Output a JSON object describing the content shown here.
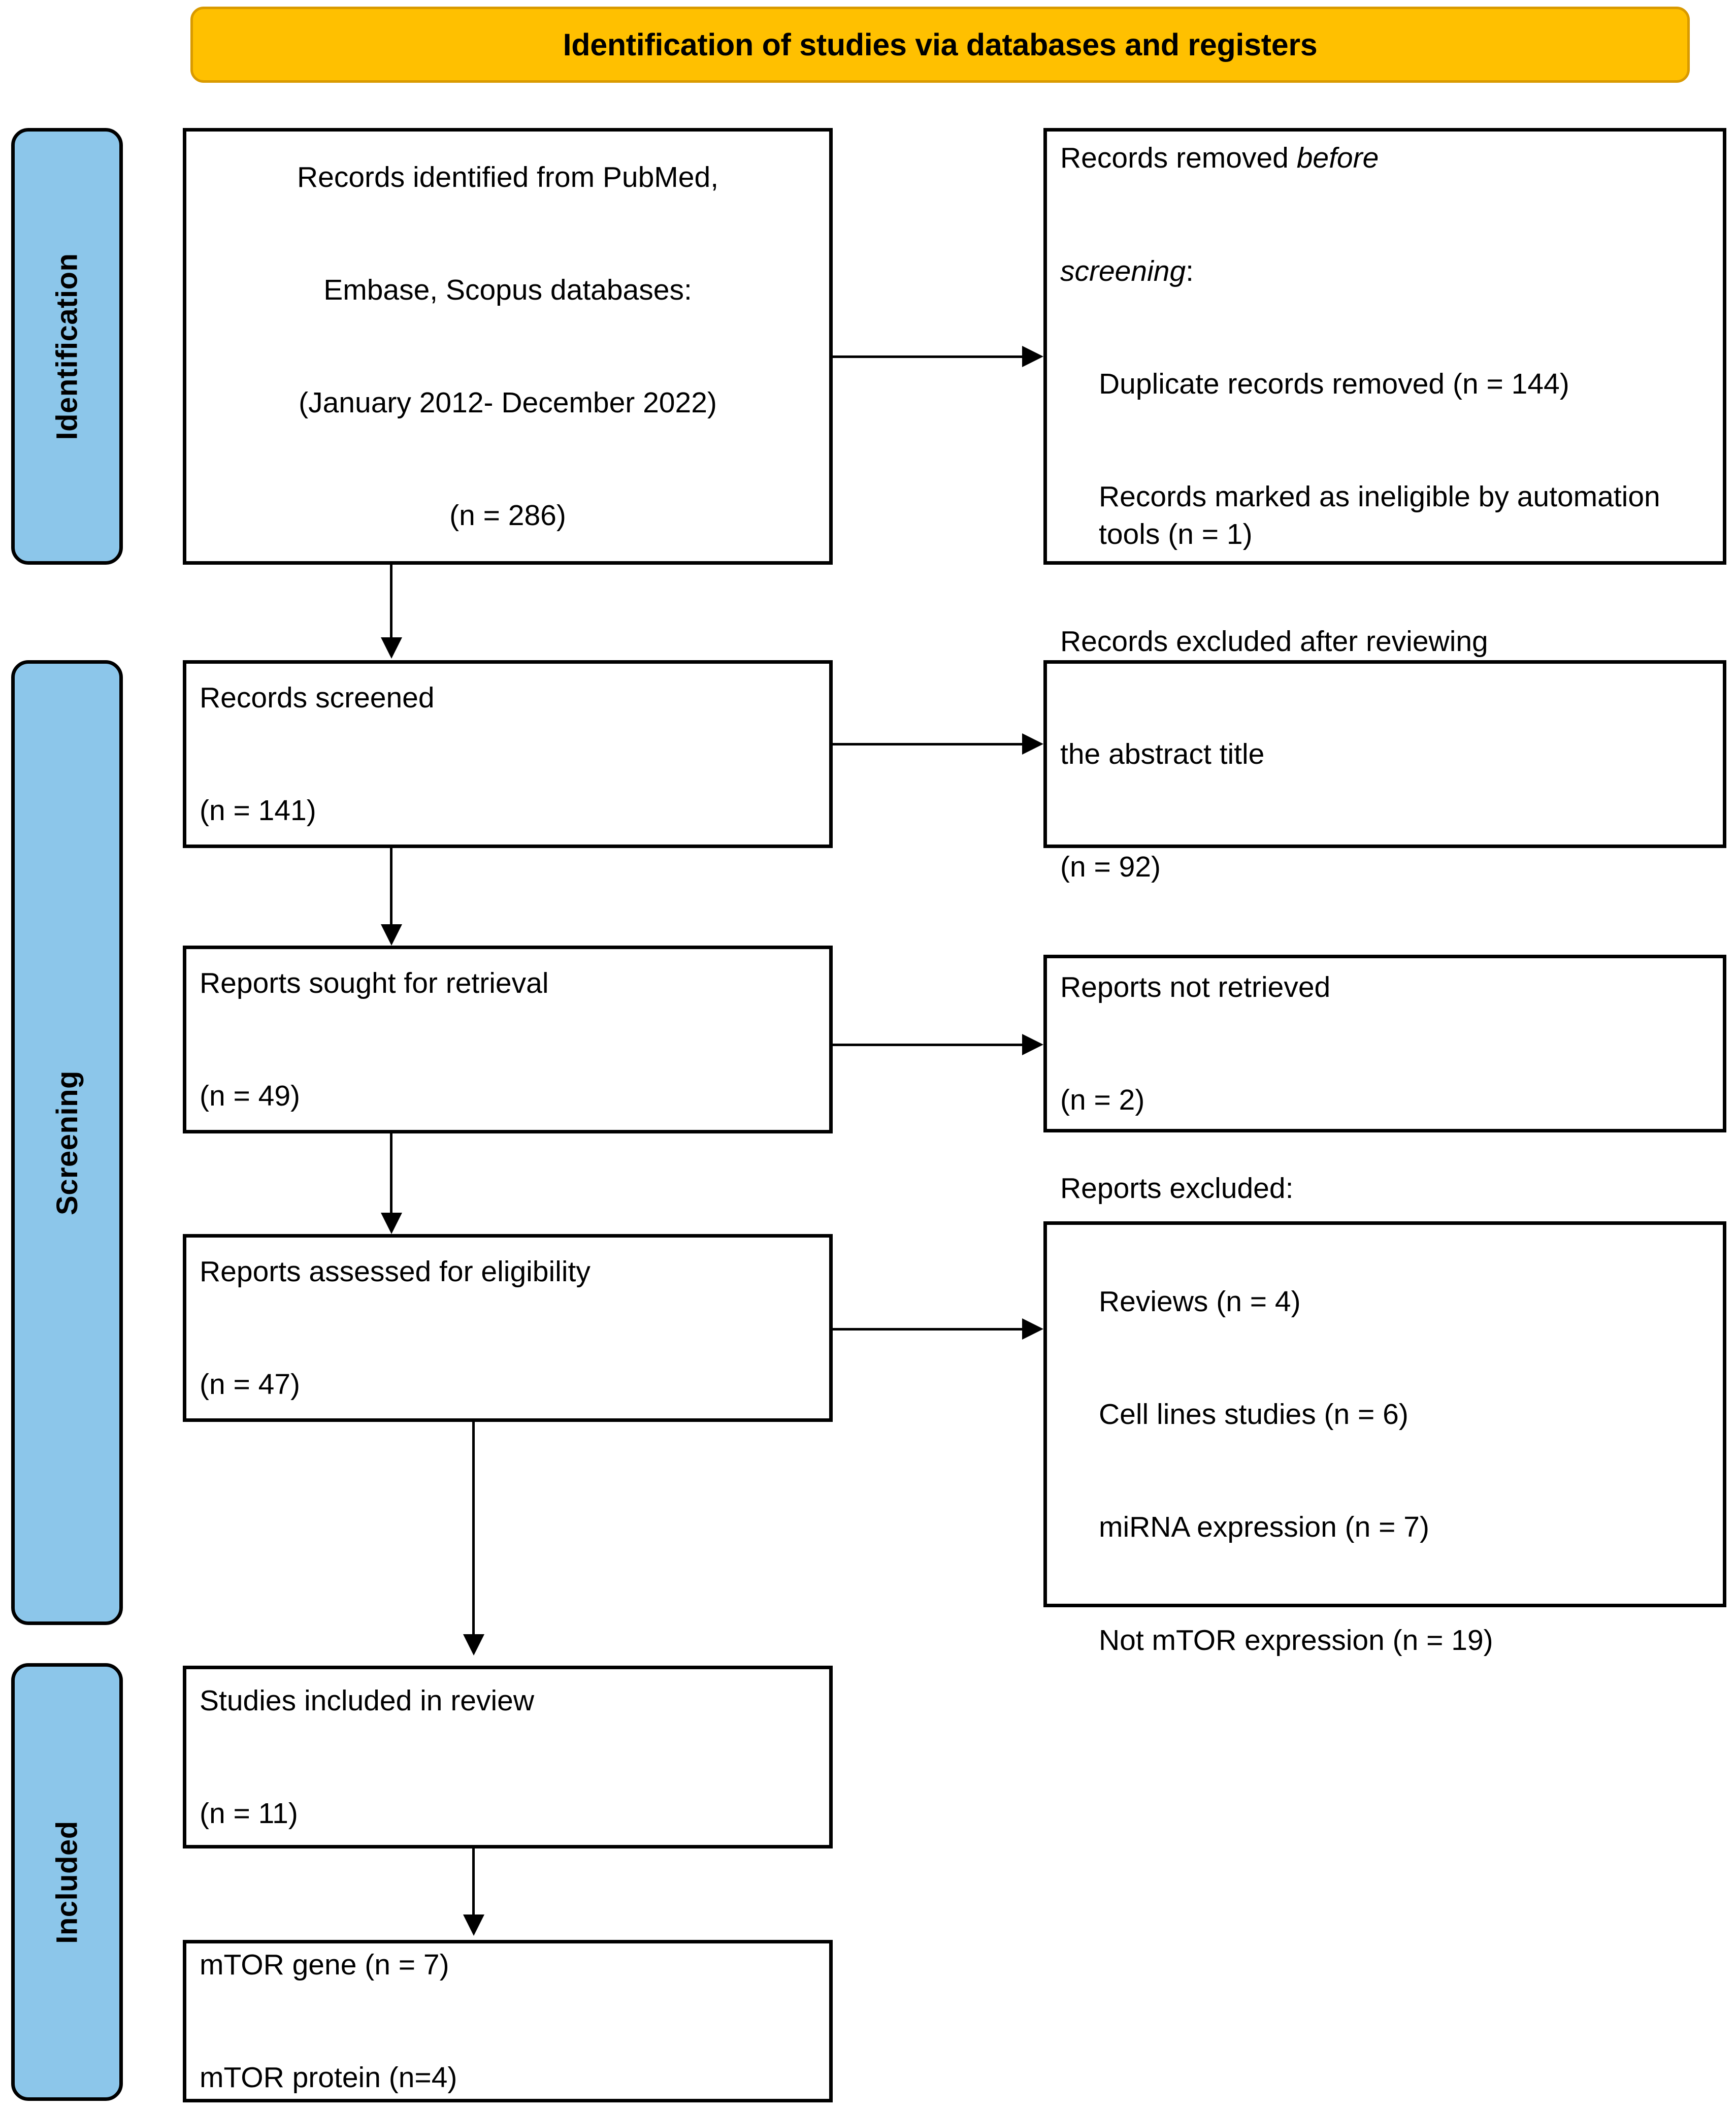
{
  "banner": {
    "title": "Identification of studies via databases and registers",
    "fill_color": "#FFC000",
    "border_color": "#D99A00"
  },
  "stages": [
    {
      "id": "identification",
      "label": "Identification",
      "fill_color": "#8CC6EA"
    },
    {
      "id": "screening",
      "label": "Screening",
      "fill_color": "#8CC6EA"
    },
    {
      "id": "included",
      "label": "Included",
      "fill_color": "#8CC6EA"
    }
  ],
  "boxes": {
    "records_identified": {
      "line1": "Records identified from PubMed,",
      "line2": "Embase, Scopus databases:",
      "line3": "(January 2012- December 2022)",
      "line4": "(n = 286)"
    },
    "records_removed": {
      "line1_pre": "Records removed ",
      "line1_italic": "before",
      "line2_italic": "screening",
      "line2_post": ":",
      "sub1": "Duplicate records removed (n = 144)",
      "sub2": "Records marked as ineligible by automation tools (n = 1)"
    },
    "records_screened": {
      "line1": "Records screened",
      "line2": "(n = 141)"
    },
    "records_excluded": {
      "line1": "Records excluded after reviewing",
      "line2": "the abstract title",
      "line3": "(n = 92)"
    },
    "reports_sought": {
      "line1": "Reports sought for retrieval",
      "line2": "(n = 49)"
    },
    "reports_not_retrieved": {
      "line1": "Reports not retrieved",
      "line2": "(n = 2)"
    },
    "reports_assessed": {
      "line1": "Reports assessed for eligibility",
      "line2": "(n = 47)"
    },
    "reports_excluded": {
      "heading": "Reports excluded:",
      "sub1": "Reviews (n = 4)",
      "sub2": "Cell lines studies (n = 6)",
      "sub3": "miRNA expression (n = 7)",
      "sub4": "Not mTOR expression (n = 19)"
    },
    "studies_included": {
      "line1": "Studies included in review",
      "line2": "(n = 11)"
    },
    "mtor_outputs": {
      "line1": "mTOR gene (n = 7)",
      "line2": "mTOR protein (n=4)"
    }
  },
  "chart_data": {
    "type": "flowchart",
    "title": "Identification of studies via databases and registers",
    "nodes": [
      {
        "id": "records_identified",
        "stage": "Identification",
        "column": "left",
        "label": "Records identified from PubMed, Embase, Scopus databases: (January 2012- December 2022)",
        "n": 286
      },
      {
        "id": "records_removed",
        "stage": "Identification",
        "column": "right",
        "label": "Records removed before screening",
        "items": [
          {
            "label": "Duplicate records removed",
            "n": 144
          },
          {
            "label": "Records marked as ineligible by automation tools",
            "n": 1
          }
        ]
      },
      {
        "id": "records_screened",
        "stage": "Screening",
        "column": "left",
        "label": "Records screened",
        "n": 141
      },
      {
        "id": "records_excluded",
        "stage": "Screening",
        "column": "right",
        "label": "Records excluded after reviewing the abstract title",
        "n": 92
      },
      {
        "id": "reports_sought",
        "stage": "Screening",
        "column": "left",
        "label": "Reports sought for retrieval",
        "n": 49
      },
      {
        "id": "reports_not_retrieved",
        "stage": "Screening",
        "column": "right",
        "label": "Reports not retrieved",
        "n": 2
      },
      {
        "id": "reports_assessed",
        "stage": "Screening",
        "column": "left",
        "label": "Reports assessed for eligibility",
        "n": 47
      },
      {
        "id": "reports_excluded",
        "stage": "Screening",
        "column": "right",
        "label": "Reports excluded",
        "items": [
          {
            "label": "Reviews",
            "n": 4
          },
          {
            "label": "Cell lines studies",
            "n": 6
          },
          {
            "label": "miRNA expression",
            "n": 7
          },
          {
            "label": "Not mTOR expression",
            "n": 19
          }
        ]
      },
      {
        "id": "studies_included",
        "stage": "Included",
        "column": "left",
        "label": "Studies included in review",
        "n": 11
      },
      {
        "id": "mtor_outputs",
        "stage": "Included",
        "column": "left",
        "label": "mTOR gene / mTOR protein",
        "items": [
          {
            "label": "mTOR gene",
            "n": 7
          },
          {
            "label": "mTOR protein",
            "n": 4
          }
        ]
      }
    ],
    "edges": [
      {
        "from": "records_identified",
        "to": "records_removed",
        "direction": "right"
      },
      {
        "from": "records_identified",
        "to": "records_screened",
        "direction": "down"
      },
      {
        "from": "records_screened",
        "to": "records_excluded",
        "direction": "right"
      },
      {
        "from": "records_screened",
        "to": "reports_sought",
        "direction": "down"
      },
      {
        "from": "reports_sought",
        "to": "reports_not_retrieved",
        "direction": "right"
      },
      {
        "from": "reports_sought",
        "to": "reports_assessed",
        "direction": "down"
      },
      {
        "from": "reports_assessed",
        "to": "reports_excluded",
        "direction": "right"
      },
      {
        "from": "reports_assessed",
        "to": "studies_included",
        "direction": "down"
      },
      {
        "from": "studies_included",
        "to": "mtor_outputs",
        "direction": "down"
      }
    ]
  }
}
